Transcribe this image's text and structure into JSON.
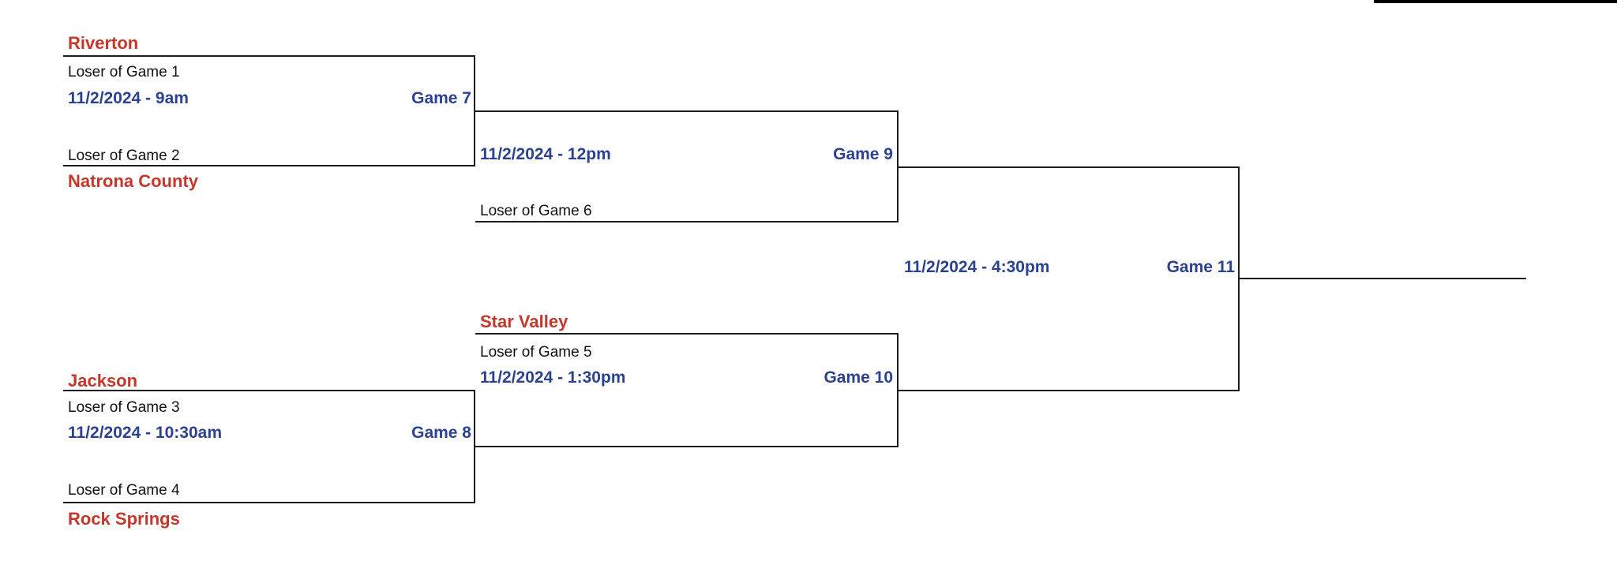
{
  "colors": {
    "team": "#c4372b",
    "schedule": "#2b4191",
    "line": "#1c1c1c",
    "edge_line": "#000000"
  },
  "bracket": {
    "game7": {
      "team_top": "Riverton",
      "source_top": "Loser of Game 1",
      "schedule": "11/2/2024 - 9am",
      "label": "Game 7",
      "source_bottom": "Loser of Game 2",
      "team_bottom": "Natrona County"
    },
    "game8": {
      "team_top": "Jackson",
      "source_top": "Loser of Game 3",
      "schedule": "11/2/2024 - 10:30am",
      "label": "Game 8",
      "source_bottom": "Loser of Game 4",
      "team_bottom": "Rock Springs"
    },
    "game9": {
      "schedule": "11/2/2024 - 12pm",
      "label": "Game 9",
      "source_bottom": "Loser of Game 6"
    },
    "game10": {
      "team_top": "Star Valley",
      "source_top": "Loser of Game 5",
      "schedule": "11/2/2024 - 1:30pm",
      "label": "Game 10"
    },
    "game11": {
      "schedule": "11/2/2024 - 4:30pm",
      "label": "Game 11"
    }
  }
}
